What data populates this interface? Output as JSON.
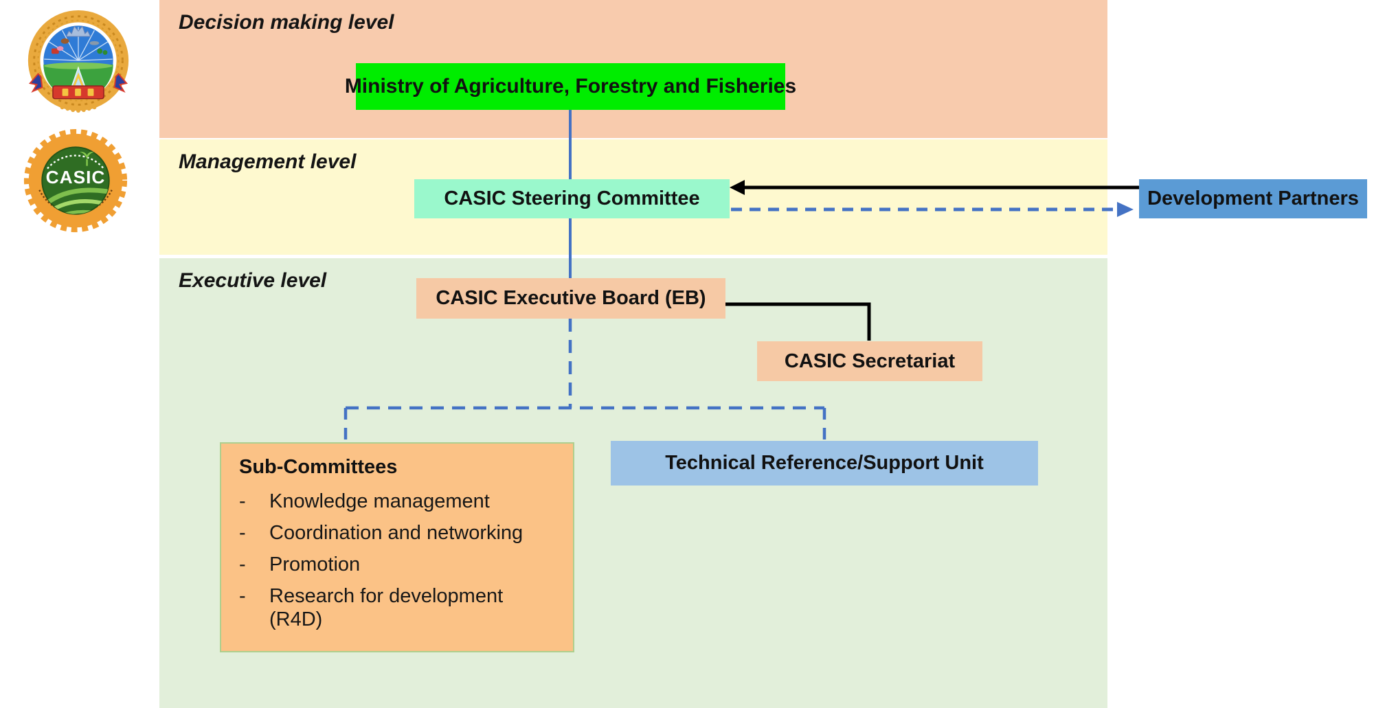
{
  "diagram": {
    "bands": [
      {
        "label": "Decision making level",
        "bg": "#F8CBAD"
      },
      {
        "label": "Management level",
        "bg": "#FEF9CF"
      },
      {
        "label": "Executive level",
        "bg": "#E2EFDA"
      }
    ],
    "nodes": {
      "ministry": {
        "label": "Ministry of Agriculture, Forestry and Fisheries",
        "bg": "#00ED00"
      },
      "steering": {
        "label": "CASIC Steering Committee",
        "bg": "#9AF8CC"
      },
      "dev_partners": {
        "label": "Development Partners",
        "bg": "#5B9BD5"
      },
      "executive_board": {
        "label": "CASIC Executive Board (EB)",
        "bg": "#F6C9A5"
      },
      "secretariat": {
        "label": "CASIC Secretariat",
        "bg": "#F6C9A5"
      },
      "sub_committees": {
        "title": "Sub-Committees",
        "bullet": "-",
        "items": [
          "Knowledge management",
          "Coordination and networking",
          "Promotion",
          "Research for development (R4D)"
        ],
        "bg": "#FBC286",
        "border": "#AECF8E"
      },
      "technical_unit": {
        "label": "Technical Reference/Support Unit",
        "bg": "#9DC3E6"
      }
    },
    "logos": {
      "casic_text": "CASIC"
    }
  },
  "colors": {
    "connector_blue": "#4472C4",
    "connector_black": "#000000",
    "text": "#1A1A1A"
  }
}
